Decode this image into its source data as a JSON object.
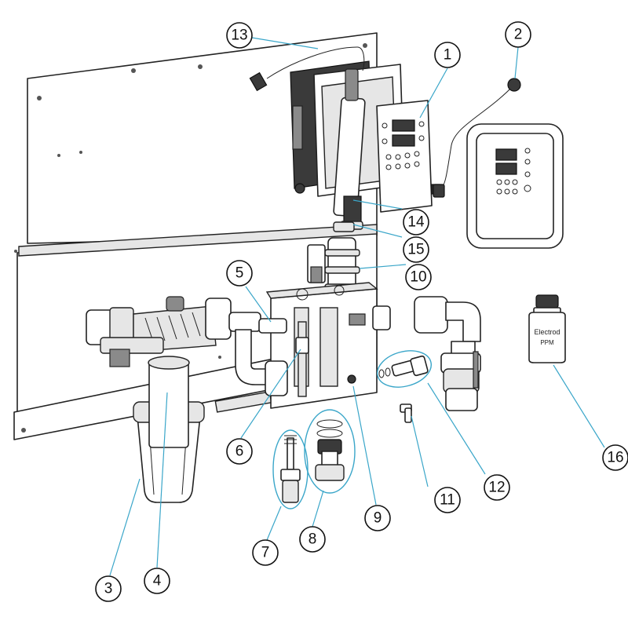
{
  "diagram": {
    "callouts": [
      {
        "id": "1",
        "label": "1"
      },
      {
        "id": "2",
        "label": "2"
      },
      {
        "id": "3",
        "label": "3"
      },
      {
        "id": "4",
        "label": "4"
      },
      {
        "id": "5",
        "label": "5"
      },
      {
        "id": "6",
        "label": "6"
      },
      {
        "id": "7",
        "label": "7"
      },
      {
        "id": "8",
        "label": "8"
      },
      {
        "id": "9",
        "label": "9"
      },
      {
        "id": "10",
        "label": "10"
      },
      {
        "id": "11",
        "label": "11"
      },
      {
        "id": "12",
        "label": "12"
      },
      {
        "id": "13",
        "label": "13"
      },
      {
        "id": "14",
        "label": "14"
      },
      {
        "id": "15",
        "label": "15"
      },
      {
        "id": "16",
        "label": "16"
      }
    ],
    "bottle_label_line1": "Electrod",
    "bottle_label_line2": "PPM"
  }
}
